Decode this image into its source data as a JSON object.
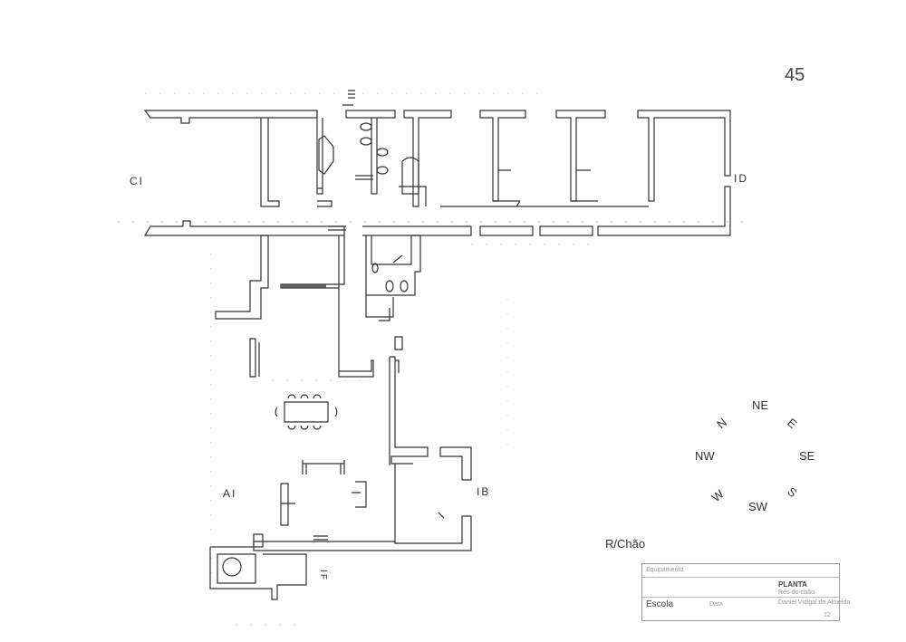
{
  "page_number": "45",
  "room_labels": {
    "ci": "CI",
    "id": "ID",
    "ai": "AI",
    "ib": "IB",
    "if": "IF",
    "top_marker": "III"
  },
  "compass": {
    "n": "N",
    "ne": "NE",
    "e": "E",
    "nw": "NW",
    "se": "SE",
    "w": "W",
    "sw": "SW",
    "s": "S"
  },
  "floor_label": "R/Chão",
  "title_block": {
    "field_top": "Equipamento",
    "title": "PLANTA",
    "subtitle": "Rés-do-chão",
    "scale_label": "Escola",
    "date_label": "Data",
    "author": "Daniel Vidigal de Almeida",
    "sheet": "12"
  },
  "colors": {
    "wall": "#333333",
    "guide": "#cccccc",
    "background": "#ffffff"
  }
}
